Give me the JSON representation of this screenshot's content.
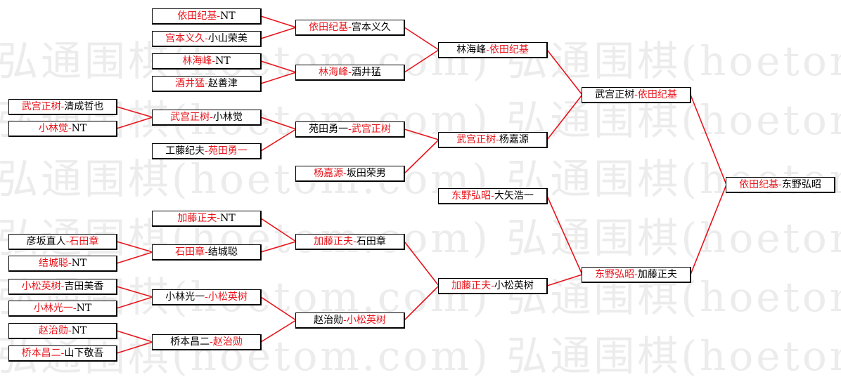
{
  "watermark": {
    "lines": [
      "弘通围棋(hoetom.com) 弘通围棋(hoetom.c",
      "弘通围棋(hoetom.com) 弘通围棋(hoetom.c",
      "弘通围棋(hoetom.com) 弘通围棋(hoetom.c",
      "弘通围棋(hoetom.com) 弘通围棋(hoetom.c",
      "弘通围棋(hoetom.com) 弘通围棋(hoetom.c",
      "弘通围棋(hoetom.com) 弘通围棋(hoetom.c"
    ]
  },
  "colors": {
    "winner": "#e8141b",
    "loser": "#000000",
    "line": "#e8141b"
  },
  "separator": "-",
  "matches": [
    {
      "id": "r1-1",
      "p1": "武宫正树",
      "p2": "清成哲也",
      "winner": 1
    },
    {
      "id": "r1-2",
      "p1": "小林觉",
      "p2": "NT",
      "winner": 1
    },
    {
      "id": "r1-3",
      "p1": "彦坂直人",
      "p2": "石田章",
      "winner": 2
    },
    {
      "id": "r1-4",
      "p1": "结城聪",
      "p2": "NT",
      "winner": 1
    },
    {
      "id": "r1-5",
      "p1": "小松英树",
      "p2": "吉田美香",
      "winner": 1
    },
    {
      "id": "r1-6",
      "p1": "小林光一",
      "p2": "NT",
      "winner": 1
    },
    {
      "id": "r1-7",
      "p1": "赵治勋",
      "p2": "NT",
      "winner": 1
    },
    {
      "id": "r1-8",
      "p1": "桥本昌二",
      "p2": "山下敬吾",
      "winner": 1
    },
    {
      "id": "r2-1",
      "p1": "依田纪基",
      "p2": "NT",
      "winner": 1
    },
    {
      "id": "r2-2",
      "p1": "宫本义久",
      "p2": "小山荣美",
      "winner": 1
    },
    {
      "id": "r2-3",
      "p1": "林海峰",
      "p2": "NT",
      "winner": 1
    },
    {
      "id": "r2-4",
      "p1": "酒井猛",
      "p2": "赵善津",
      "winner": 1
    },
    {
      "id": "r2-5",
      "p1": "武宫正树",
      "p2": "小林觉",
      "winner": 1
    },
    {
      "id": "r2-6",
      "p1": "工藤纪夫",
      "p2": "苑田勇一",
      "winner": 2
    },
    {
      "id": "r2-7",
      "p1": "加藤正夫",
      "p2": "NT",
      "winner": 1
    },
    {
      "id": "r2-8",
      "p1": "石田章",
      "p2": "结城聪",
      "winner": 1
    },
    {
      "id": "r2-9",
      "p1": "小林光一",
      "p2": "小松英树",
      "winner": 2
    },
    {
      "id": "r2-10",
      "p1": "桥本昌二",
      "p2": "赵治勋",
      "winner": 2
    },
    {
      "id": "r3-1",
      "p1": "依田纪基",
      "p2": "宫本义久",
      "winner": 1
    },
    {
      "id": "r3-2",
      "p1": "林海峰",
      "p2": "酒井猛",
      "winner": 1
    },
    {
      "id": "r3-3",
      "p1": "苑田勇一",
      "p2": "武宫正树",
      "winner": 2
    },
    {
      "id": "r3-4",
      "p1": "杨嘉源",
      "p2": "坂田荣男",
      "winner": 1
    },
    {
      "id": "r3-5",
      "p1": "加藤正夫",
      "p2": "石田章",
      "winner": 1
    },
    {
      "id": "r3-6",
      "p1": "赵治勋",
      "p2": "小松英树",
      "winner": 2
    },
    {
      "id": "r4-1",
      "p1": "林海峰",
      "p2": "依田纪基",
      "winner": 2
    },
    {
      "id": "r4-2",
      "p1": "武宫正树",
      "p2": "杨嘉源",
      "winner": 1
    },
    {
      "id": "r4-3",
      "p1": "东野弘昭",
      "p2": "大矢浩一",
      "winner": 1
    },
    {
      "id": "r4-4",
      "p1": "加藤正夫",
      "p2": "小松英树",
      "winner": 1
    },
    {
      "id": "r5-1",
      "p1": "武宫正树",
      "p2": "依田纪基",
      "winner": 2
    },
    {
      "id": "r5-2",
      "p1": "东野弘昭",
      "p2": "加藤正夫",
      "winner": 1
    },
    {
      "id": "final",
      "p1": "依田纪基",
      "p2": "东野弘昭",
      "winner": 1
    }
  ]
}
